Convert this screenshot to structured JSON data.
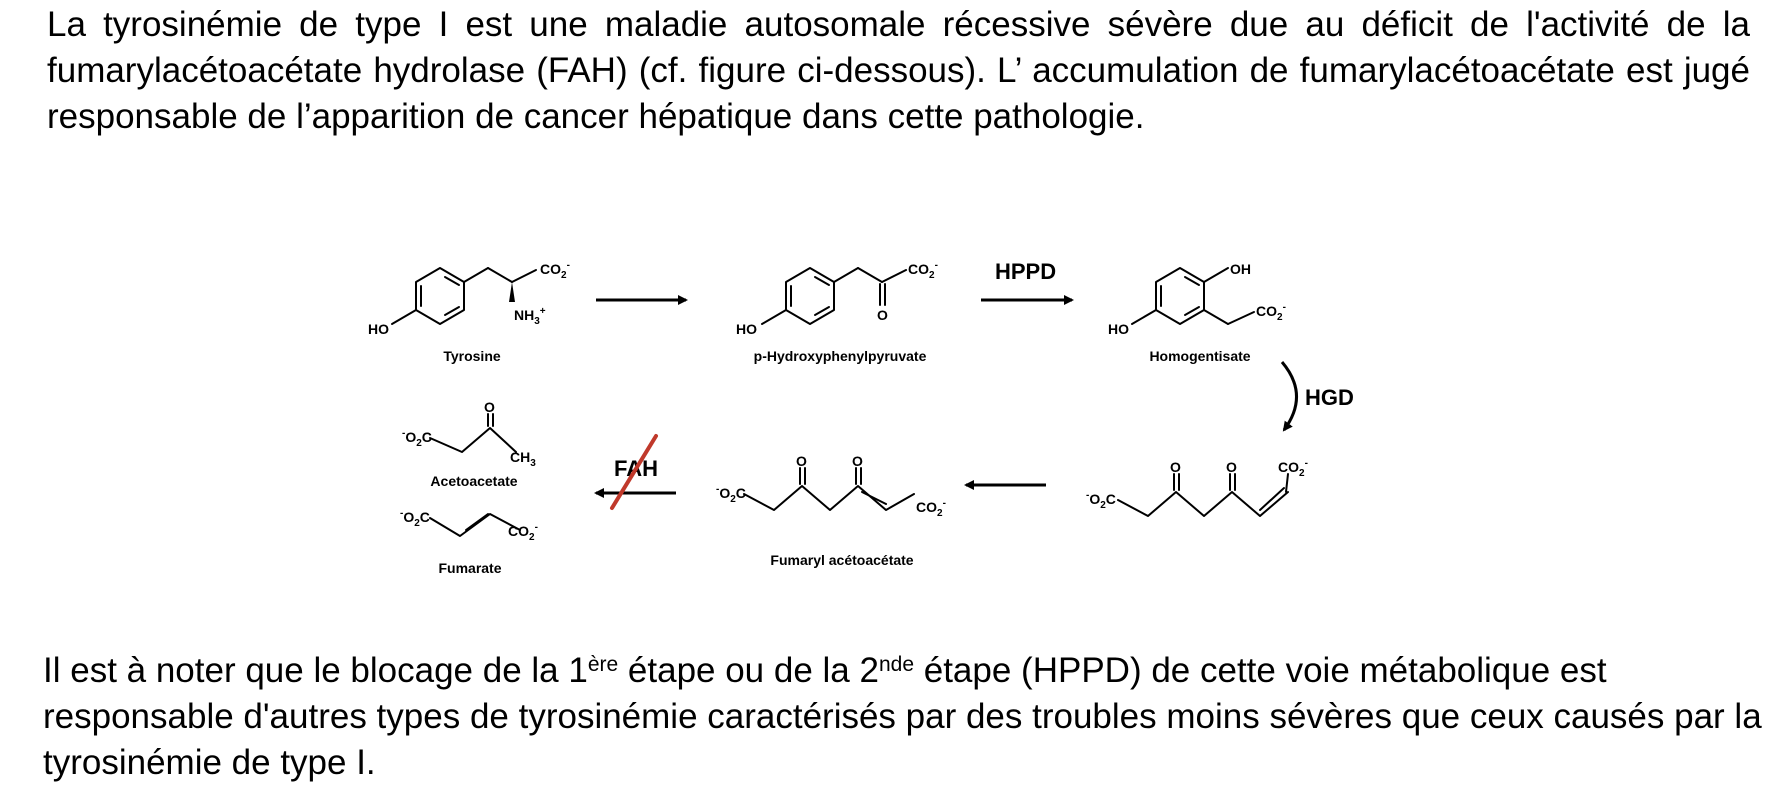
{
  "intro": {
    "text": "La tyrosinémie de type I est une maladie autosomale récessive sévère due au déficit de l'activité de la fumarylacétoacétate hydrolase (FAH) (cf. figure ci-dessous).  L’ accumulation de fumarylacétoacétate est jugé responsable de l’apparition de cancer hépatique dans cette pathologie."
  },
  "pathway": {
    "compounds": {
      "tyrosine": "Tyrosine",
      "hpp": "p-Hydroxyphenylpyruvate",
      "homogentisate": "Homogentisate",
      "fumaryl": "Fumaryl acétoacétate",
      "acetoacetate": "Acetoacetate",
      "fumarate": "Fumarate"
    },
    "enzymes": {
      "hppd": "HPPD",
      "hgd": "HGD",
      "fah": "FAH"
    },
    "atoms": {
      "ho": "HO",
      "oh": "OH",
      "o": "O",
      "co2": "CO",
      "o2c": "O",
      "nh3": "NH",
      "ch3": "CH",
      "sub2": "2",
      "sub3": "3",
      "minus": "-",
      "plus": "+",
      "c": "C"
    },
    "fah_blocked": true
  },
  "note": {
    "part1": "Il est à noter que le blocage de la 1",
    "sup1": "ère",
    "part2": " étape ou de la 2",
    "sup2": "nde",
    "part3": " étape (HPPD) de cette voie métabolique est responsable d'autres types de tyrosinémie caractérisés par des troubles moins sévères que ceux causés par la tyrosinémie de type I."
  }
}
